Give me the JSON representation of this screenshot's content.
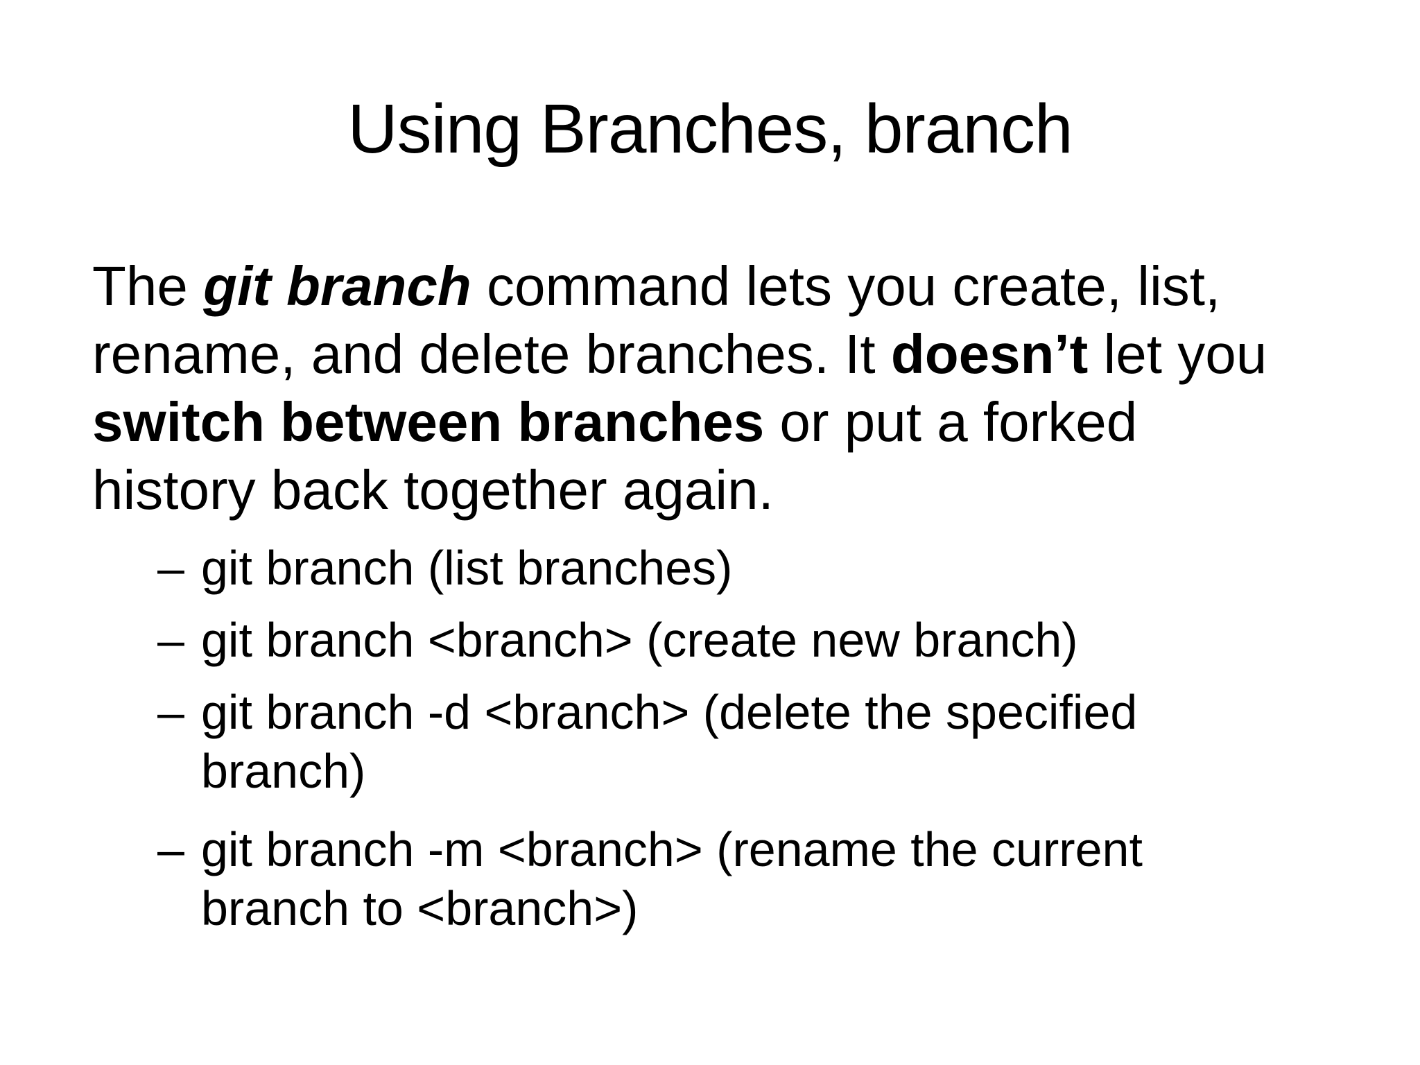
{
  "slide": {
    "background_color": "#ffffff",
    "text_color": "#000000",
    "title": "Using Branches, branch",
    "paragraph": {
      "lines": [
        [
          {
            "text": "The ",
            "style": "regular"
          },
          {
            "text": "git branch",
            "style": "bold-italic"
          },
          {
            "text": " command lets you create, list,",
            "style": "regular"
          }
        ],
        [
          {
            "text": "rename, and delete branches. It ",
            "style": "regular"
          },
          {
            "text": "doesn’t",
            "style": "bold"
          },
          {
            "text": " let you",
            "style": "regular"
          }
        ],
        [
          {
            "text": "switch between branches",
            "style": "bold"
          },
          {
            "text": " or put a forked",
            "style": "regular"
          }
        ],
        [
          {
            "text": "history back together again.",
            "style": "regular"
          }
        ]
      ]
    },
    "bullets": {
      "marker": "–",
      "items": [
        {
          "lines": [
            "git branch (list branches)"
          ]
        },
        {
          "lines": [
            "git branch <branch> (create new branch)"
          ]
        },
        {
          "lines": [
            "git branch -d <branch> (delete the specified",
            "branch)"
          ]
        },
        {
          "lines": [
            "git branch -m <branch> (rename the current",
            "branch to <branch>)"
          ]
        }
      ]
    }
  }
}
